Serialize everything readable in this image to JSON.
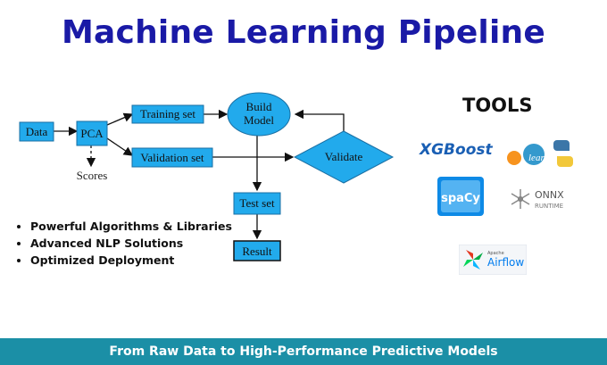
{
  "title": "Machine Learning Pipeline",
  "diagram": {
    "nodes": {
      "data": "Data",
      "pca": "PCA",
      "training_set": "Training set",
      "validation_set": "Validation set",
      "build_model_line1": "Build",
      "build_model_line2": "Model",
      "validate": "Validate",
      "test_set": "Test set",
      "result": "Result",
      "scores": "Scores"
    },
    "colors": {
      "node_fill": "#22aaec"
    }
  },
  "bullets": [
    "Powerful Algorithms & Libraries",
    "Advanced NLP Solutions",
    "Optimized Deployment"
  ],
  "tools": {
    "heading": "TOOLS",
    "logos": {
      "xgboost": "XGBoost",
      "sklearn": "learn",
      "spacy": "spaCy",
      "onnx_line1": "ONNX",
      "onnx_line2": "RUNTIME",
      "airflow_small": "Apache",
      "airflow": "Airflow"
    }
  },
  "footer": "From Raw Data to High-Performance Predictive Models",
  "colors": {
    "title": "#1a1aa6",
    "footer_bg": "#1b8fa6"
  }
}
